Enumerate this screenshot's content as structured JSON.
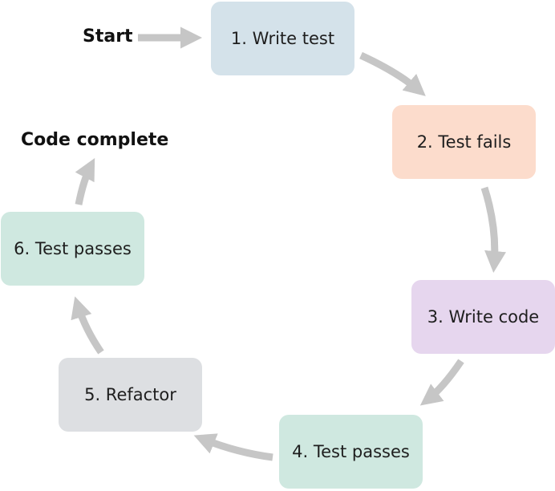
{
  "start_label": "Start",
  "end_label": "Code complete",
  "steps": [
    {
      "label": "1. Write test",
      "color": "#d4e2ea"
    },
    {
      "label": "2. Test fails",
      "color": "#fcdccc"
    },
    {
      "label": "3. Write code",
      "color": "#e6d6ee"
    },
    {
      "label": "4. Test passes",
      "color": "#cfe8e0"
    },
    {
      "label": "5. Refactor",
      "color": "#dddfe2"
    },
    {
      "label": "6. Test passes",
      "color": "#cfe8e0"
    }
  ],
  "arrow_color": "#c6c6c6"
}
